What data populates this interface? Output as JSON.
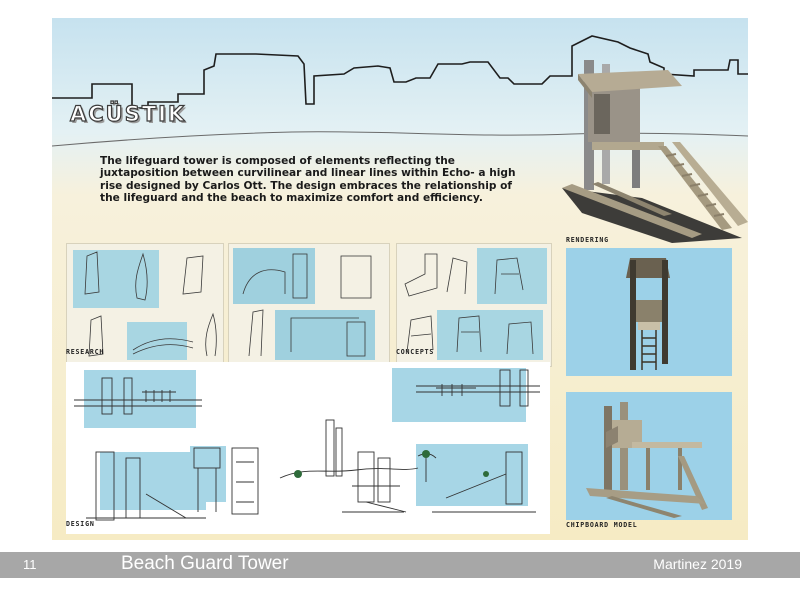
{
  "board": {
    "title": "ACÜSTIK",
    "description": "The lifeguard tower is composed of elements reflecting the juxtaposition between curvilinear and linear lines within Echo- a high rise designed by Carlos Ott. The design embraces the relationship of the lifeguard and the beach to maximize comfort and efficiency.",
    "labels": {
      "research": "RESEARCH",
      "concepts": "CONCEPTS",
      "design": "DESIGN",
      "rendering": "RENDERING",
      "chipboard_model": "CHIPBOARD MODEL"
    },
    "icons": {
      "skyline": "skyline-outline-icon",
      "tower": "lifeguard-tower-icon"
    },
    "colors": {
      "sky_blue": "#c6e2ef",
      "sand": "#f6ebc4",
      "panel_blue": "#9cd1e8",
      "footer_gray": "#a7a7a7"
    }
  },
  "footer": {
    "page_number": "11",
    "title": "Beach Guard Tower",
    "author": "Martinez 2019"
  }
}
